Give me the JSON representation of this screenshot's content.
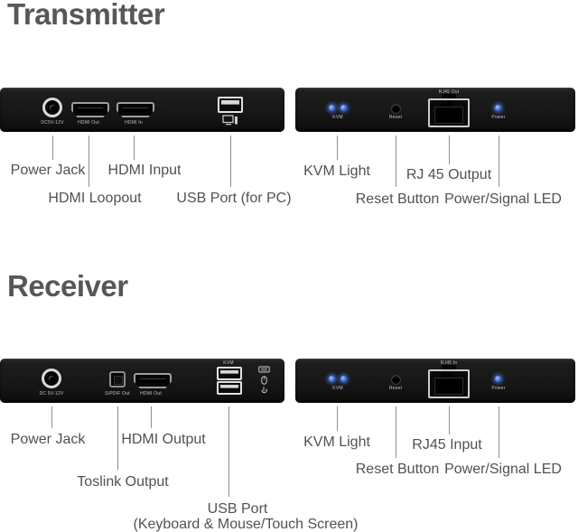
{
  "colors": {
    "background": "#ffffff",
    "title_text": "#56575b",
    "callout_text": "#4e5256",
    "callout_line": "#8f8f8f",
    "device_body": "#171717",
    "led_blue": "#3d72da",
    "port_metal": "#cdcdcd"
  },
  "icons": {
    "monitor": "monitor-outline-glyph",
    "keyboard": "keyboard-outline-glyph",
    "mouse": "mouse-outline-glyph",
    "touch": "touch-hand-outline-glyph"
  },
  "transmitter": {
    "title": "Transmitter",
    "left_device": {
      "power_port_label": "DC5V-12V",
      "hdmi_out_port_label": "HDMI Out",
      "hdmi_in_port_label": "HDMI In"
    },
    "right_device": {
      "kvm_led_label": "KVM",
      "reset_port_label": "Reset",
      "rj45_port_label": "RJ45 Out",
      "power_led_label": "Power"
    },
    "callouts": {
      "power_jack": "Power Jack",
      "hdmi_input": "HDMI Input",
      "hdmi_loopout": "HDMI Loopout",
      "usb_port": "USB Port (for PC)",
      "kvm_light": "KVM Light",
      "rj45_output": "RJ 45 Output",
      "reset_button": "Reset Button",
      "power_signal_led": "Power/Signal LED"
    }
  },
  "receiver": {
    "title": "Receiver",
    "left_device": {
      "power_port_label": "DC 5V-12V",
      "spdif_port_label": "S/PDIF Out",
      "hdmi_out_port_label": "HDMI Out",
      "kvm_usb_label": "KVM"
    },
    "right_device": {
      "kvm_led_label": "KVM",
      "reset_port_label": "Reset",
      "rj45_port_label": "RJ45 In",
      "power_led_label": "Power"
    },
    "callouts": {
      "power_jack": "Power Jack",
      "hdmi_output": "HDMI Output",
      "toslink_output": "Toslink Output",
      "usb_port_line1": "USB Port",
      "usb_port_line2": "(Keyboard & Mouse/Touch Screen)",
      "kvm_light": "KVM Light",
      "rj45_input": "RJ45 Input",
      "reset_button": "Reset Button",
      "power_signal_led": "Power/Signal LED"
    }
  }
}
